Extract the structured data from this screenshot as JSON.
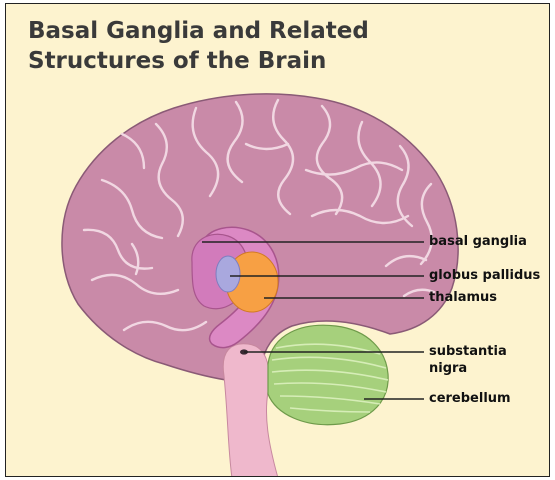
{
  "title": {
    "line1": "Basal Ganglia and Related",
    "line2": "Structures of the Brain"
  },
  "labels": {
    "basal_ganglia": "basal ganglia",
    "globus_pallidus": "globus pallidus",
    "thalamus": "thalamus",
    "substantia_nigra_line1": "substantia",
    "substantia_nigra_line2": "nigra",
    "cerebellum": "cerebellum"
  },
  "colors": {
    "background": "#fdf3cf",
    "cerebrum": "#c98aa8",
    "gyri_lines": "#f1d7e2",
    "brainstem": "#efb8cc",
    "cerebellum": "#a6d07c",
    "thalamus": "#f7a044",
    "basal_ganglia": "#dc89c4",
    "globus_pallidus": "#a9a8de"
  }
}
